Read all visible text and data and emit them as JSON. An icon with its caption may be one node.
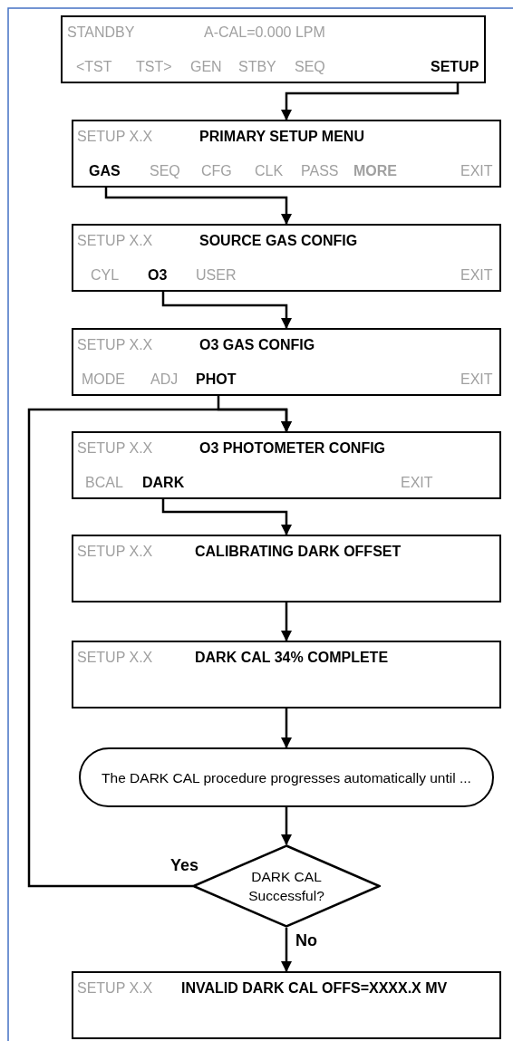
{
  "diagram": {
    "nodes": [
      {
        "text": [
          "STANDBY",
          "A-CAL=0.000 LPM",
          "<TST",
          "TST>",
          "GEN",
          "STBY",
          "SEQ",
          "SETUP"
        ]
      },
      {
        "text": [
          "SETUP X.X",
          "PRIMARY SETUP MENU",
          "GAS",
          "SEQ",
          "CFG",
          "CLK",
          "PASS",
          "MORE",
          "EXIT"
        ]
      },
      {
        "text": [
          "SETUP X.X",
          "SOURCE GAS CONFIG",
          "CYL",
          "O3",
          "USER",
          "EXIT"
        ]
      },
      {
        "text": [
          "SETUP X.X",
          "O3 GAS CONFIG",
          "MODE",
          "ADJ",
          "PHOT",
          "EXIT"
        ]
      },
      {
        "text": [
          "SETUP X.X",
          "O3 PHOTOMETER CONFIG",
          "BCAL",
          "DARK",
          "EXIT"
        ]
      },
      {
        "text": [
          "SETUP X.X",
          "CALIBRATING DARK OFFSET"
        ]
      },
      {
        "text": [
          "SETUP X.X",
          "DARK CAL 34% COMPLETE"
        ]
      },
      {
        "text": [
          "The DARK CAL procedure progresses automatically until ..."
        ]
      },
      {
        "text": [
          "DARK CAL Successful?"
        ]
      },
      {
        "text": [
          "SETUP X.X",
          "INVALID DARK CAL OFFS=XXXX.X MV"
        ]
      }
    ],
    "edges": [
      {
        "from": 0,
        "to": 1,
        "arrow": "to"
      },
      {
        "from": 1,
        "to": 2,
        "arrow": "to"
      },
      {
        "from": 2,
        "to": 3,
        "arrow": "to"
      },
      {
        "from": 3,
        "to": 4,
        "arrow": "to"
      },
      {
        "from": 4,
        "to": 5,
        "arrow": "to"
      },
      {
        "from": 5,
        "to": 6,
        "arrow": "to"
      },
      {
        "from": 6,
        "to": 7,
        "arrow": "to"
      },
      {
        "from": 7,
        "to": 8,
        "arrow": "to"
      },
      {
        "from": 8,
        "to": 4,
        "arrow": "to",
        "label": "Yes"
      },
      {
        "from": 8,
        "to": 9,
        "arrow": "to",
        "label": "No"
      }
    ]
  }
}
